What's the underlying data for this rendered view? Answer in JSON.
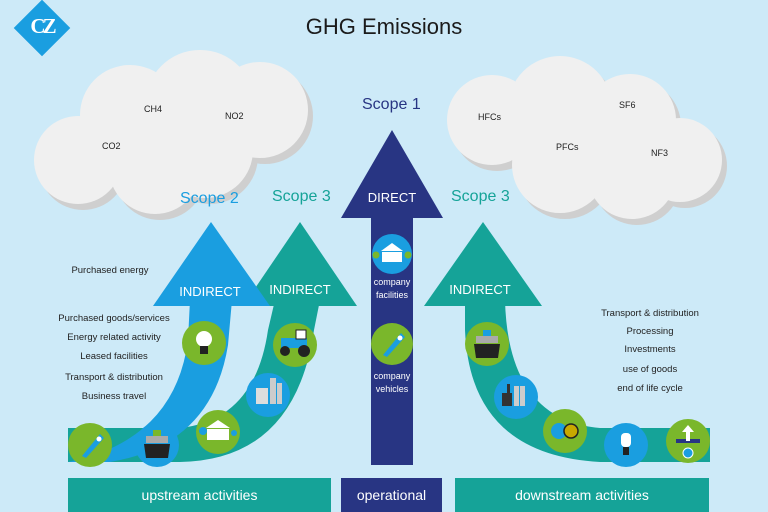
{
  "header": {
    "title": "GHG Emissions",
    "logo_text": "CZ"
  },
  "colors": {
    "background": "#cdeaf8",
    "scope1": "#283583",
    "scope2": "#1a9ee0",
    "scope3": "#15a398",
    "icon_green": "#7ab72b",
    "icon_blue": "#1a9ee0",
    "cloud": "#f0f0f0"
  },
  "clouds": {
    "left_gases": [
      "CO2",
      "CH4",
      "NO2"
    ],
    "right_gases": [
      "HFCs",
      "PFCs",
      "SF6",
      "NF3"
    ]
  },
  "scopes": {
    "scope1": {
      "label": "Scope 1",
      "arrow_label": "DIRECT"
    },
    "scope2": {
      "label": "Scope 2",
      "arrow_label": "INDIRECT"
    },
    "scope3_upstream": {
      "label": "Scope 3",
      "arrow_label": "INDIRECT"
    },
    "scope3_downstream": {
      "label": "Scope 3",
      "arrow_label": "INDIRECT"
    }
  },
  "direct": {
    "facilities_label": "company facilities",
    "vehicles_label": "company vehicles",
    "facilities_line1": "company",
    "facilities_line2": "facilities",
    "vehicles_line1": "company",
    "vehicles_line2": "vehicles"
  },
  "upstream_list": {
    "scope2_item": "Purchased energy",
    "items": [
      "Purchased goods/services",
      "Energy related activity",
      "Leased facilities",
      "Transport & distribution",
      "Business travel"
    ]
  },
  "downstream_list": {
    "items": [
      "Transport & distribution",
      "Processing",
      "Investments",
      "use of goods",
      "end of life cycle"
    ]
  },
  "icons": {
    "upstream": [
      "lightbulb-icon",
      "tractor-icon",
      "factory-icon",
      "building-icon",
      "ship-icon",
      "rocket-icon"
    ],
    "direct": [
      "building-icon",
      "rocket-icon"
    ],
    "downstream": [
      "ship-icon",
      "factory-icon",
      "globe-coin-icon",
      "cfl-bulb-icon",
      "crossroads-icon"
    ]
  },
  "footer": {
    "upstream": "upstream activities",
    "operational": "operational",
    "downstream": "downstream activities"
  }
}
